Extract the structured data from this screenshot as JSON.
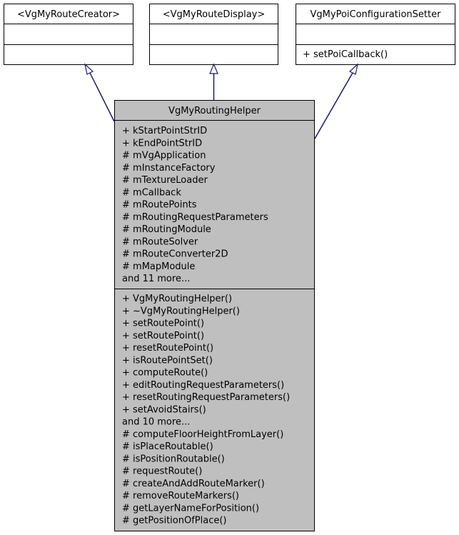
{
  "parents": [
    {
      "name": "<VgMyRouteCreator>",
      "attributes": [],
      "operations": []
    },
    {
      "name": "<VgMyRouteDisplay>",
      "attributes": [],
      "operations": []
    },
    {
      "name": "VgMyPoiConfigurationSetter",
      "attributes": [],
      "operations": [
        "+ setPoiCallback()"
      ]
    }
  ],
  "main_class": {
    "name": "VgMyRoutingHelper",
    "attributes": [
      "+ kStartPointStrID",
      "+ kEndPointStrID",
      "# mVgApplication",
      "# mInstanceFactory",
      "# mTextureLoader",
      "# mCallback",
      "# mRoutePoints",
      "# mRoutingRequestParameters",
      "# mRoutingModule",
      "# mRouteSolver",
      "# mRouteConverter2D",
      "# mMapModule",
      "and 11 more..."
    ],
    "operations": [
      "+ VgMyRoutingHelper()",
      "+ ~VgMyRoutingHelper()",
      "+ setRoutePoint()",
      "+ setRoutePoint()",
      "+ resetRoutePoint()",
      "+ isRoutePointSet()",
      "+ computeRoute()",
      "+ editRoutingRequestParameters()",
      "+ resetRoutingRequestParameters()",
      "+ setAvoidStairs()",
      "and 10 more...",
      "# computeFloorHeightFromLayer()",
      "# isPlaceRoutable()",
      "# isPositionRoutable()",
      "# requestRoute()",
      "# createAndAddRouteMarker()",
      "# removeRouteMarkers()",
      "# getLayerNameForPosition()",
      "# getPositionOfPlace()"
    ]
  },
  "colors": {
    "main_fill": "#bfbfbf",
    "box_fill": "#ffffff",
    "stroke": "#000000",
    "arrow": "#191970"
  }
}
